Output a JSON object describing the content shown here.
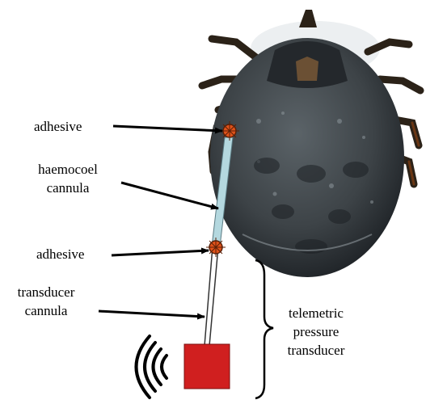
{
  "labels": {
    "adhesive_top": "adhesive",
    "haemocoel_cannula": [
      "haemocoel",
      "cannula"
    ],
    "adhesive_bottom": "adhesive",
    "transducer_cannula": [
      "transducer",
      "cannula"
    ],
    "telemetric": [
      "telemetric",
      "pressure",
      "transducer"
    ]
  },
  "colors": {
    "tick_body": "#3d4347",
    "tick_dark": "#1c2024",
    "tick_highlight": "#8d969b",
    "legs": "#2b2218",
    "leg_tint": "#7a3c12",
    "haemocoel_cannula": "#b4d8df",
    "adhesive": "#e0521a",
    "transducer_box": "#d01f1f",
    "arrows": "#000000"
  },
  "icons": {
    "signal": "wireless-signal-icon"
  }
}
